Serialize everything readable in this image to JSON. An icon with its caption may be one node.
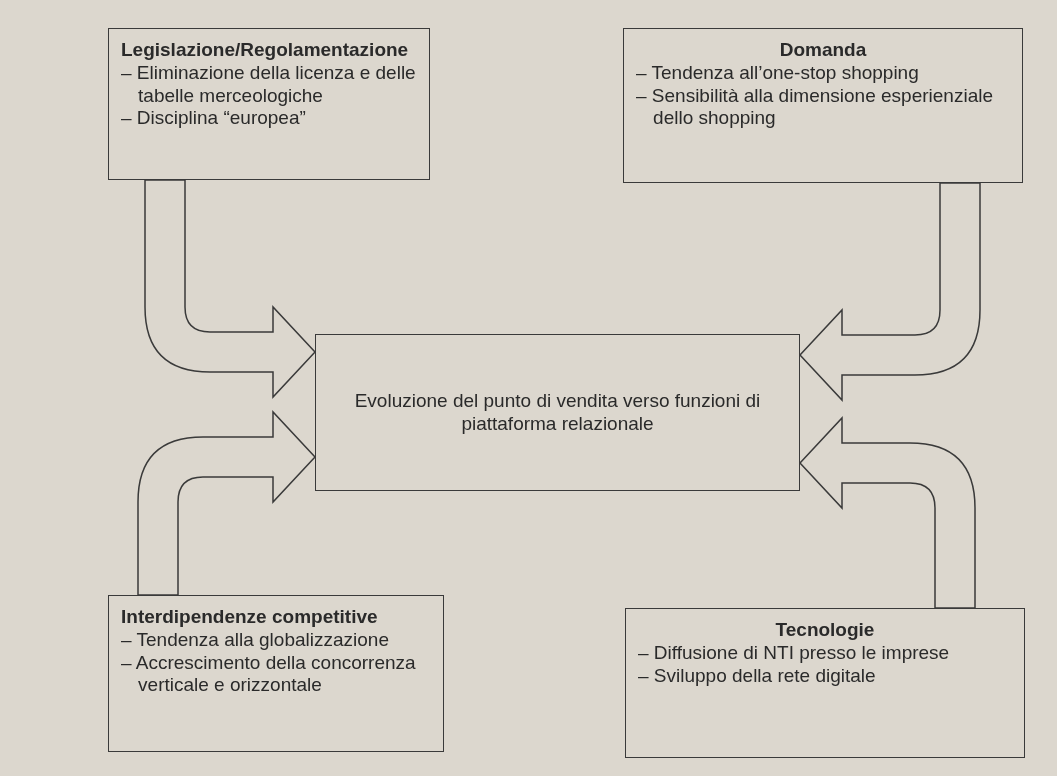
{
  "diagram": {
    "nodes": [
      {
        "text": [
          "Legislazione/Regolamentazione",
          "– Eliminazione della licenza e delle tabelle merceologiche",
          "– Disciplina “europea”"
        ]
      },
      {
        "text": [
          "Domanda",
          "– Tendenza all’one-stop shopping",
          "– Sensibilità alla dimensione esperienziale dello shopping"
        ]
      },
      {
        "text": [
          "Evoluzione del punto di vendita verso funzioni di piattaforma relazionale"
        ]
      },
      {
        "text": [
          "Interdipendenze competitive",
          "– Tendenza alla globalizzazione",
          "– Accrescimento della concorrenza verticale e orizzontale"
        ]
      },
      {
        "text": [
          "Tecnologie",
          "– Diffusione di NTI presso le imprese",
          "– Sviluppo della rete digitale"
        ]
      }
    ],
    "edges": [
      {
        "from": 0,
        "to": 2,
        "arrow": "to"
      },
      {
        "from": 1,
        "to": 2,
        "arrow": "to"
      },
      {
        "from": 3,
        "to": 2,
        "arrow": "to"
      },
      {
        "from": 4,
        "to": 2,
        "arrow": "to"
      }
    ]
  }
}
